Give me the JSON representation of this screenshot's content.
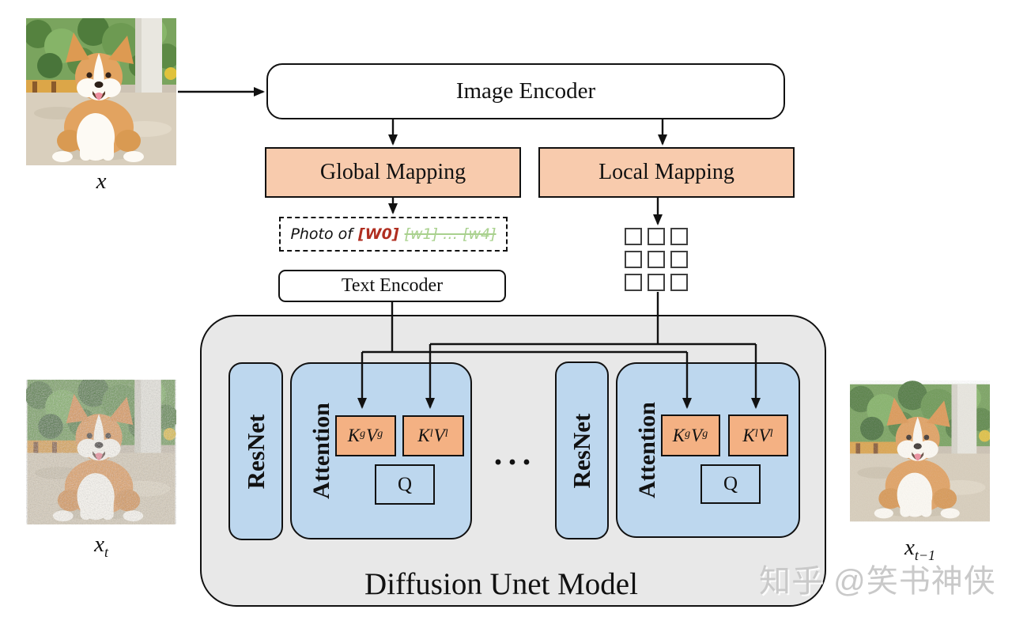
{
  "figures": {
    "input_label": {
      "base": "x",
      "sub": ""
    },
    "noisy_label": {
      "base": "x",
      "sub": "t"
    },
    "denoised_label": {
      "base": "x",
      "sub": "t−1"
    }
  },
  "encoders": {
    "image_encoder": "Image Encoder",
    "text_encoder": "Text Encoder"
  },
  "mapping": {
    "global": "Global Mapping",
    "local": "Local Mapping"
  },
  "prompt": {
    "prefix": "Photo of",
    "new_token": "[W0]",
    "old_tokens": "[w1] … [w4]"
  },
  "unet": {
    "title": "Diffusion Unet Model",
    "resnet": "ResNet",
    "attention": "Attention",
    "q": "Q",
    "dots": "···"
  },
  "kv": {
    "global": {
      "k": "K",
      "k_sup": "g",
      "v": "V",
      "v_sup": "g"
    },
    "local": {
      "k": "K",
      "k_sup": "l",
      "v": "V",
      "v_sup": "l"
    }
  },
  "watermark": "知乎 @笑书神侠",
  "colors": {
    "mapping_fill": "#F8CBAD",
    "kv_fill": "#F4B183",
    "block_blue": "#BDD7EE",
    "unet_gray": "#E8E8E8",
    "new_token_red": "#B02E20",
    "old_token_green": "#A9D18E"
  }
}
